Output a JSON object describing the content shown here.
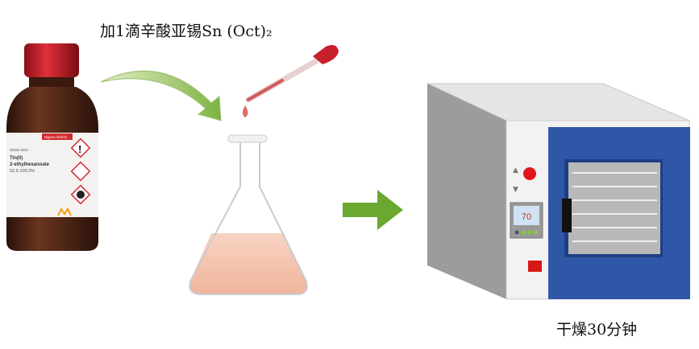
{
  "step_label": "加1滴辛酸亚锡Sn (Oct)₂",
  "dry_label": "干燥30分钟",
  "bottle": {
    "brand": "Sigma-Aldrich",
    "code": "02052-5KG",
    "name_line1": "Tin(II)",
    "name_line2": "2-ethylhexanoate",
    "purity": "92.5-100.0%"
  },
  "oven": {
    "display_value": "70"
  },
  "colors": {
    "arrow_green": "#6aa832",
    "oven_door": "#2f57a8",
    "liquid": "#f4c4ae",
    "bottle": "#4a2414",
    "cap": "#c8202a"
  }
}
